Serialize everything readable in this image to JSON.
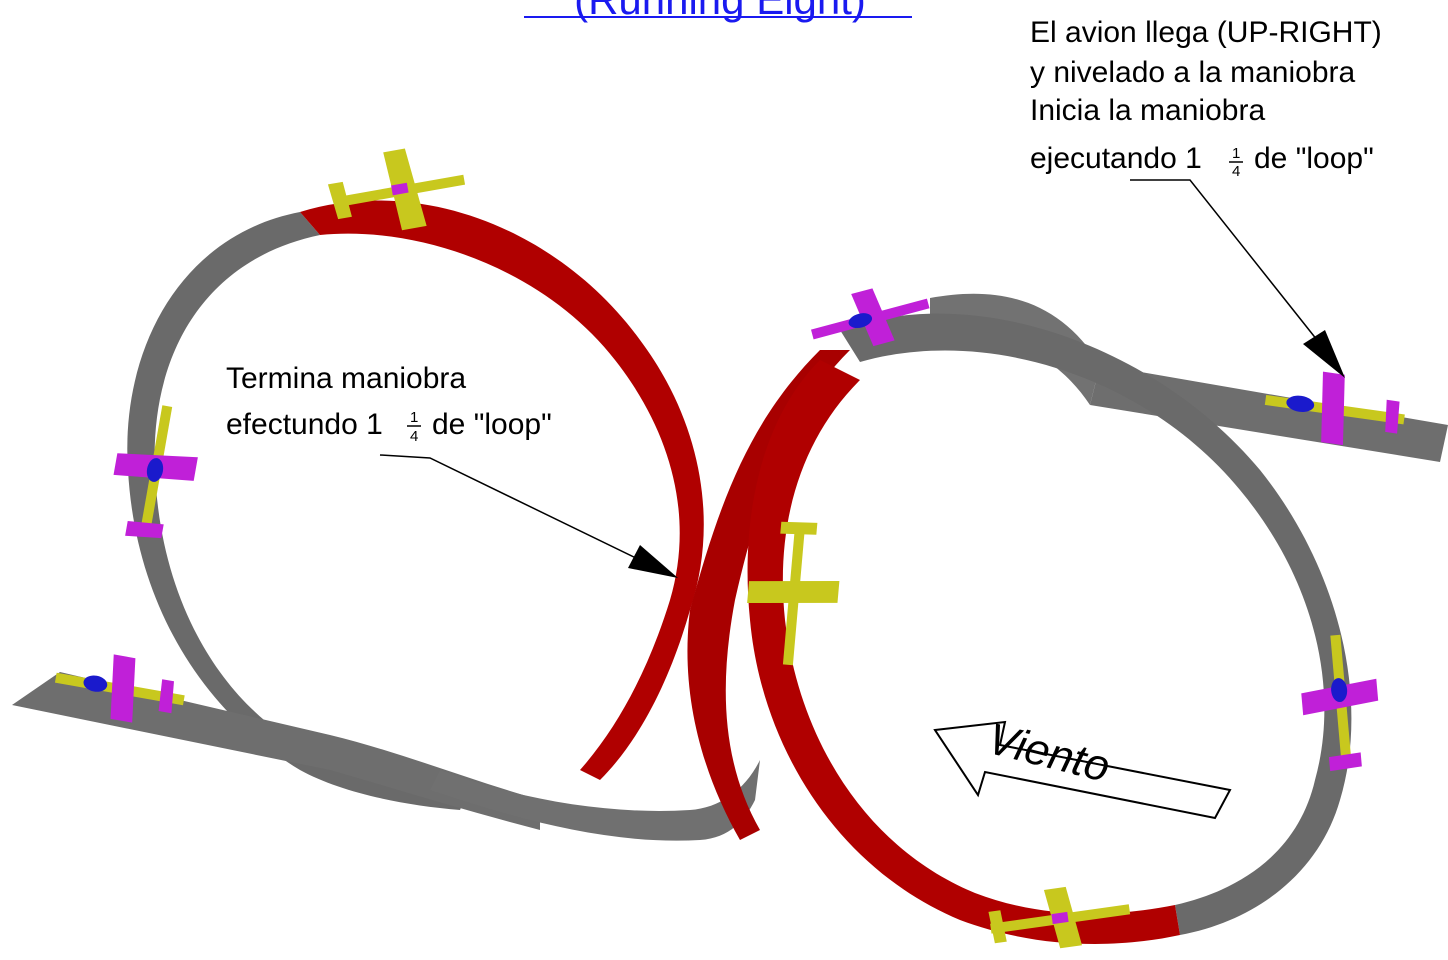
{
  "title": "(Running Eight)",
  "annotations": {
    "start": {
      "line1": "El avion llega (UP-RIGHT)",
      "line2": "y nivelado a la maniobra",
      "line3": "Inicia la maniobra",
      "line4_prefix": "ejecutando 1",
      "line4_suffix": "de \"loop\""
    },
    "end": {
      "line1": "Termina maniobra",
      "line2_prefix": "efectundo 1",
      "line2_suffix": "de \"loop\""
    },
    "fraction": {
      "numerator": "1",
      "denominator": "4"
    }
  },
  "wind_label": "Viento",
  "colors": {
    "ribbon_red": "#b00000",
    "ribbon_gray": "#6e6e6e",
    "title_blue": "#1a1af0",
    "plane_yellow": "#c8c81e",
    "plane_magenta": "#c020d8",
    "plane_blue": "#1a1acc"
  }
}
